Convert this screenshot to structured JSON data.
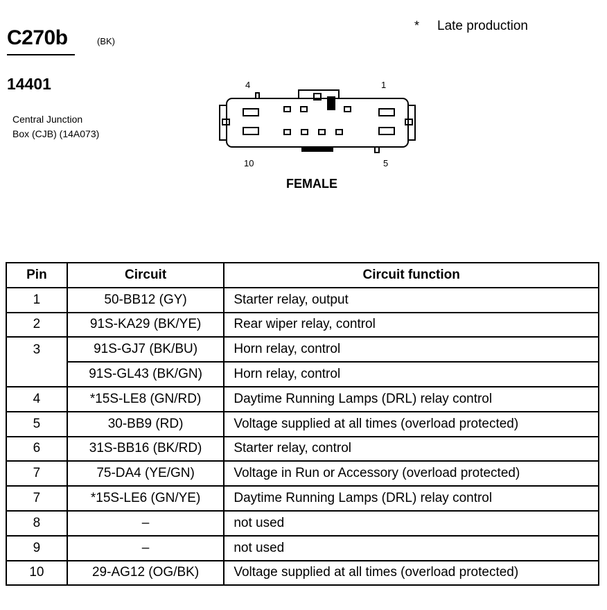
{
  "header": {
    "connector_id": "C270b",
    "color_code": "(BK)",
    "part_number": "14401",
    "description_line1": "Central Junction",
    "description_line2": "Box (CJB) (14A073)",
    "note_marker": "*",
    "note_text": "Late production"
  },
  "diagram": {
    "pin_labels": {
      "top_left": "4",
      "top_right": "1",
      "bottom_left": "10",
      "bottom_right": "5"
    },
    "gender": "FEMALE"
  },
  "table": {
    "headers": {
      "pin": "Pin",
      "circuit": "Circuit",
      "function": "Circuit function"
    },
    "rows": [
      {
        "pin": "1",
        "circuit": "50-BB12 (GY)",
        "function": "Starter relay, output"
      },
      {
        "pin": "2",
        "circuit": "91S-KA29 (BK/YE)",
        "function": "Rear wiper relay, control"
      },
      {
        "pin": "3",
        "circuit": "91S-GJ7 (BK/BU)",
        "function": "Horn relay, control"
      },
      {
        "pin": "",
        "circuit": "91S-GL43 (BK/GN)",
        "function": "Horn relay, control"
      },
      {
        "pin": "4",
        "circuit": "*15S-LE8 (GN/RD)",
        "function": "Daytime Running Lamps (DRL) relay control"
      },
      {
        "pin": "5",
        "circuit": "30-BB9 (RD)",
        "function": "Voltage supplied at all times (overload protected)"
      },
      {
        "pin": "6",
        "circuit": "31S-BB16 (BK/RD)",
        "function": "Starter relay, control"
      },
      {
        "pin": "7",
        "circuit": "75-DA4 (YE/GN)",
        "function": "Voltage in Run or Accessory (overload protected)"
      },
      {
        "pin": "7",
        "circuit": "*15S-LE6 (GN/YE)",
        "function": "Daytime Running Lamps (DRL) relay control"
      },
      {
        "pin": "8",
        "circuit": "–",
        "function": "not used"
      },
      {
        "pin": "9",
        "circuit": "–",
        "function": "not used"
      },
      {
        "pin": "10",
        "circuit": "29-AG12 (OG/BK)",
        "function": "Voltage supplied at all times (overload protected)"
      }
    ]
  }
}
